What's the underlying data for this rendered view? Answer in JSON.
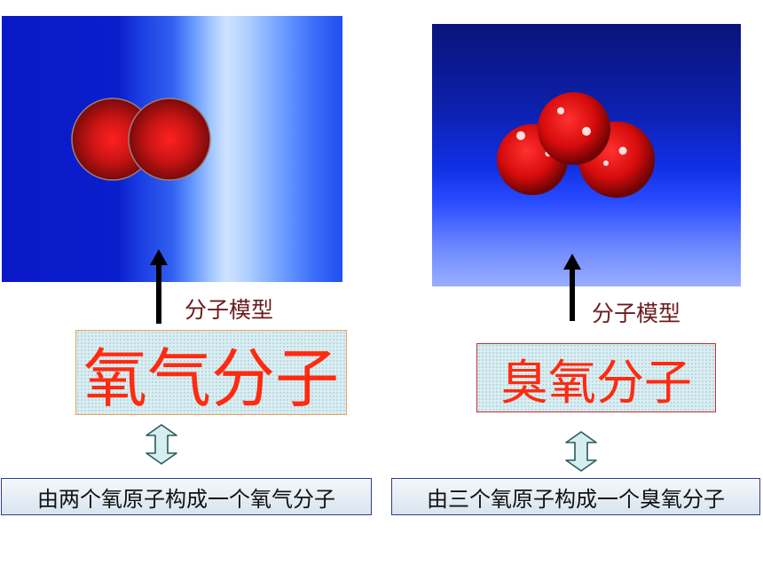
{
  "oxygen": {
    "model_label": "分子模型",
    "name": "氧气分子",
    "caption": "由两个氧原子构成一个氧气分子"
  },
  "ozone": {
    "model_label": "分子模型",
    "name": "臭氧分子",
    "caption": "由三个氧原子构成一个臭氧分子"
  },
  "colors": {
    "name_text": "#ff2a10",
    "model_label_text": "#6b1b1b",
    "atom_red": "#d01010",
    "box_background": "#d9eef2"
  }
}
